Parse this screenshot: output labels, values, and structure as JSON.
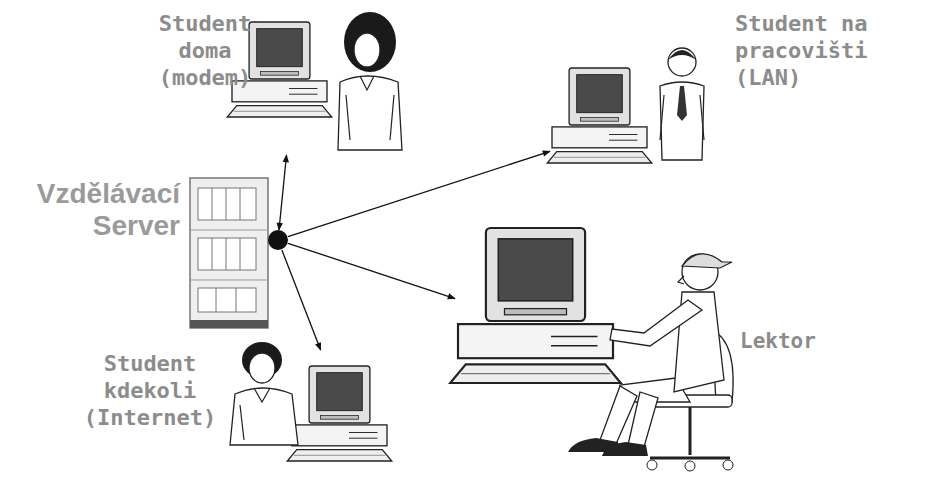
{
  "diagram": {
    "nodes": [
      {
        "text": [
          "Student doma (modem)"
        ]
      },
      {
        "text": [
          "Student na pracovišti (LAN)"
        ]
      },
      {
        "text": [
          "Vzdělávací Server"
        ]
      },
      {
        "text": [
          "Lektor"
        ]
      },
      {
        "text": [
          "Student kdekoli (Internet)"
        ]
      }
    ],
    "edges": [
      {
        "from": 2,
        "to": 0,
        "arrow": "both"
      },
      {
        "from": 2,
        "to": 1,
        "arrow": "to"
      },
      {
        "from": 2,
        "to": 3,
        "arrow": "to"
      },
      {
        "from": 2,
        "to": 4,
        "arrow": "to"
      }
    ]
  }
}
